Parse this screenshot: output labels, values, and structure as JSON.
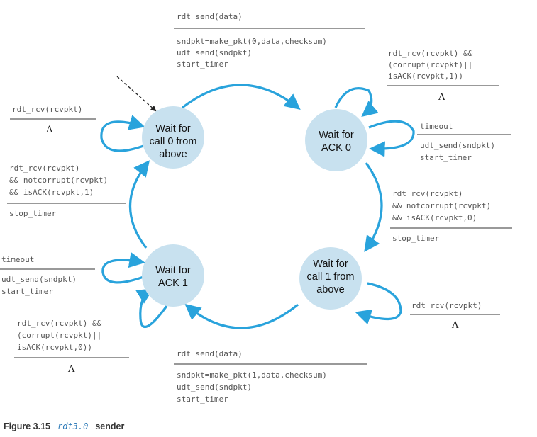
{
  "states": {
    "wait_call0": [
      "Wait for",
      "call 0 from",
      "above"
    ],
    "wait_ack0": [
      "Wait for",
      "ACK 0"
    ],
    "wait_ack1": [
      "Wait for",
      "ACK 1"
    ],
    "wait_call1": [
      "Wait for",
      "call 1 from",
      "above"
    ]
  },
  "transitions": {
    "t_send0": {
      "event": [
        "rdt_send(data)"
      ],
      "actions": [
        "sndpkt=make_pkt(0,data,checksum)",
        "udt_send(sndpkt)",
        "start_timer"
      ]
    },
    "t_ack0_loop_corrupt": {
      "event": [
        "rdt_rcv(rcvpkt) &&",
        "(corrupt(rcvpkt)||",
        "isACK(rcvpkt,1))"
      ],
      "actions": [
        "Λ"
      ]
    },
    "t_ack0_timeout": {
      "event": [
        "timeout"
      ],
      "actions": [
        "udt_send(sndpkt)",
        "start_timer"
      ]
    },
    "t_ack0_recv": {
      "event": [
        "rdt_rcv(rcvpkt)",
        "&& notcorrupt(rcvpkt)",
        "&& isACK(rcvpkt,0)"
      ],
      "actions": [
        "stop_timer"
      ]
    },
    "t_call1_loop": {
      "event": [
        "rdt_rcv(rcvpkt)"
      ],
      "actions": [
        "Λ"
      ]
    },
    "t_send1": {
      "event": [
        "rdt_send(data)"
      ],
      "actions": [
        "sndpkt=make_pkt(1,data,checksum)",
        "udt_send(sndpkt)",
        "start_timer"
      ]
    },
    "t_ack1_loop_corrupt": {
      "event": [
        "rdt_rcv(rcvpkt) &&",
        "(corrupt(rcvpkt)||",
        "isACK(rcvpkt,0))"
      ],
      "actions": [
        "Λ"
      ]
    },
    "t_ack1_timeout": {
      "event": [
        "timeout"
      ],
      "actions": [
        "udt_send(sndpkt)",
        "start_timer"
      ]
    },
    "t_ack1_recv": {
      "event": [
        "rdt_rcv(rcvpkt)",
        "&& notcorrupt(rcvpkt)",
        "&& isACK(rcvpkt,1)"
      ],
      "actions": [
        "stop_timer"
      ]
    },
    "t_call0_loop": {
      "event": [
        "rdt_rcv(rcvpkt)"
      ],
      "actions": [
        "Λ"
      ]
    }
  },
  "caption": {
    "figure": "Figure 3.15",
    "code": "rdt3.0",
    "suffix": "sender"
  },
  "colors": {
    "state_fill": "#c8e1ef",
    "arrow": "#29a3dc",
    "text": "#555555"
  }
}
